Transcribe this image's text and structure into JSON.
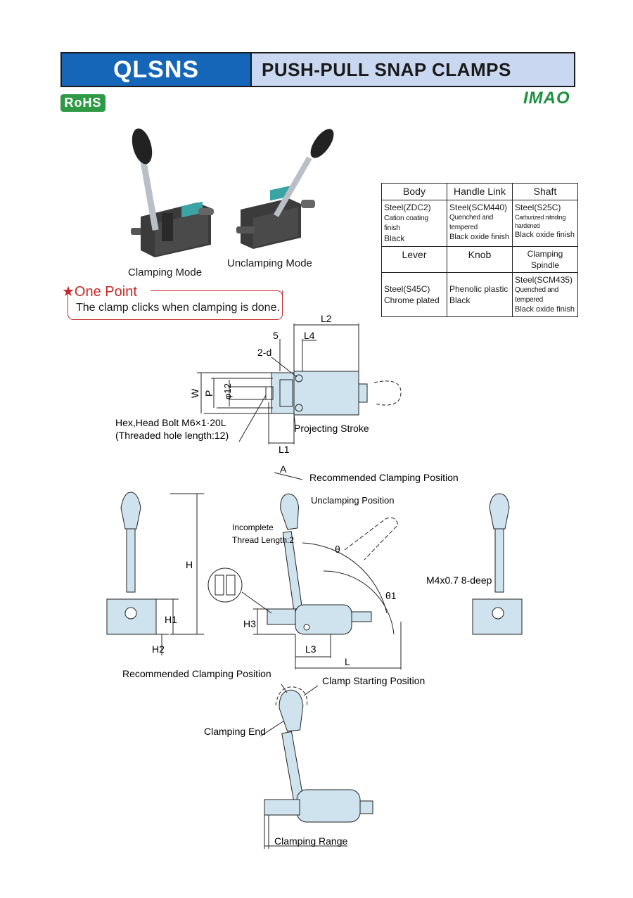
{
  "header": {
    "model": "QLSNS",
    "series": "PUSH-PULL SNAP CLAMPS"
  },
  "badge": "RoHS",
  "brand": "IMAO",
  "photos": {
    "clamping_caption": "Clamping Mode",
    "unclamping_caption": "Unclamping Mode"
  },
  "materials": {
    "row1": [
      {
        "header": "Body",
        "lines": [
          "Steel(ZDC2)",
          "Cation coating finish",
          "Black"
        ]
      },
      {
        "header": "Handle Link",
        "lines": [
          "Steel(SCM440)",
          "Quenched and tempered",
          "Black oxide finish"
        ]
      },
      {
        "header": "Shaft",
        "lines": [
          "Steel(S25C)",
          "Carburized nitriding hardened",
          "Black oxide finish"
        ]
      }
    ],
    "row2": [
      {
        "header": "Lever",
        "lines": [
          "Steel(S45C)",
          "Chrome plated"
        ]
      },
      {
        "header": "Knob",
        "lines": [
          "Phenolic plastic",
          "Black"
        ]
      },
      {
        "header": "Clamping Spindle",
        "lines": [
          "Steel(SCM435)",
          "Quenched and tempered",
          "Black oxide finish"
        ]
      }
    ]
  },
  "one_point": {
    "title": "★One Point",
    "text": "The clamp clicks when clamping is done."
  },
  "drawing_top": {
    "L2": "L2",
    "five": "5",
    "L4": "L4",
    "two_d": "2-d",
    "W": "W",
    "P": "P",
    "phi12": "φ12",
    "bolt_line1": "Hex,Head Bolt M6×1·20L",
    "bolt_line2": "(Threaded hole length:12)",
    "projecting": "Projecting Stroke",
    "L1": "L1"
  },
  "drawing_mid": {
    "A": "A",
    "recommended": "Recommended Clamping Position",
    "unclamping": "Unclamping Position",
    "incomplete1": "Incomplete",
    "incomplete2": "Thread Length:2",
    "theta": "θ",
    "theta1": "θ1",
    "H": "H",
    "H1": "H1",
    "H2": "H2",
    "H3": "H3",
    "L3": "L3",
    "L": "L",
    "m4": "M4x0.7 8-deep"
  },
  "drawing_bottom": {
    "recommended": "Recommended Clamping Position",
    "starting": "Clamp Starting Position",
    "clamping_end": "Clamping End",
    "clamping_range": "Clamping Range"
  }
}
